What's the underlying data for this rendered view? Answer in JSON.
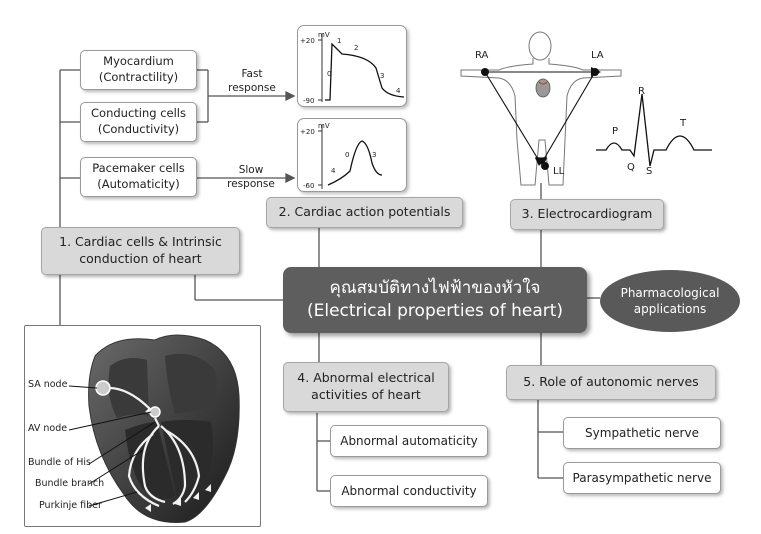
{
  "central": {
    "thai": "คุณสมบัติทางไฟฟ้าของหัวใจ",
    "english": "(Electrical properties of heart)"
  },
  "pharma": {
    "line1": "Pharmacological",
    "line2": "applications"
  },
  "branch1": {
    "line1": "1. Cardiac cells & Intrinsic",
    "line2": "conduction of heart"
  },
  "branch2": {
    "label": "2. Cardiac action potentials"
  },
  "branch3": {
    "label": "3. Electrocardiogram"
  },
  "branch4": {
    "line1": "4. Abnormal electrical",
    "line2": "activities of heart"
  },
  "branch5": {
    "label": "5. Role of autonomic nerves"
  },
  "cells": [
    {
      "line1": "Myocardium",
      "line2": "(Contractility)"
    },
    {
      "line1": "Conducting cells",
      "line2": "(Conductivity)"
    },
    {
      "line1": "Pacemaker cells",
      "line2": "(Automaticity)"
    }
  ],
  "responses": {
    "fast": {
      "line1": "Fast",
      "line2": "response"
    },
    "slow": {
      "line1": "Slow",
      "line2": "response"
    }
  },
  "ap_fast": {
    "unit": "mV",
    "top": "+20",
    "zero": "0",
    "bottom": "-90",
    "phases": [
      "0",
      "1",
      "2",
      "3",
      "4"
    ]
  },
  "ap_slow": {
    "unit": "mV",
    "top": "+20",
    "bottom": "-60",
    "phases": [
      "0",
      "3",
      "4"
    ]
  },
  "ecg": {
    "leads": [
      "RA",
      "LA",
      "LL"
    ],
    "waves": [
      "P",
      "Q",
      "R",
      "S",
      "T"
    ]
  },
  "abnormal": [
    "Abnormal automaticity",
    "Abnormal conductivity"
  ],
  "nerves": [
    "Sympathetic nerve",
    "Parasympathetic nerve"
  ],
  "heart_labels": [
    "SA node",
    "AV node",
    "Bundle of His",
    "Bundle branch",
    "Purkinje fiber"
  ],
  "colors": {
    "central": "#5e5e5e",
    "branch": "#d9d9d9",
    "oval": "#595959"
  }
}
